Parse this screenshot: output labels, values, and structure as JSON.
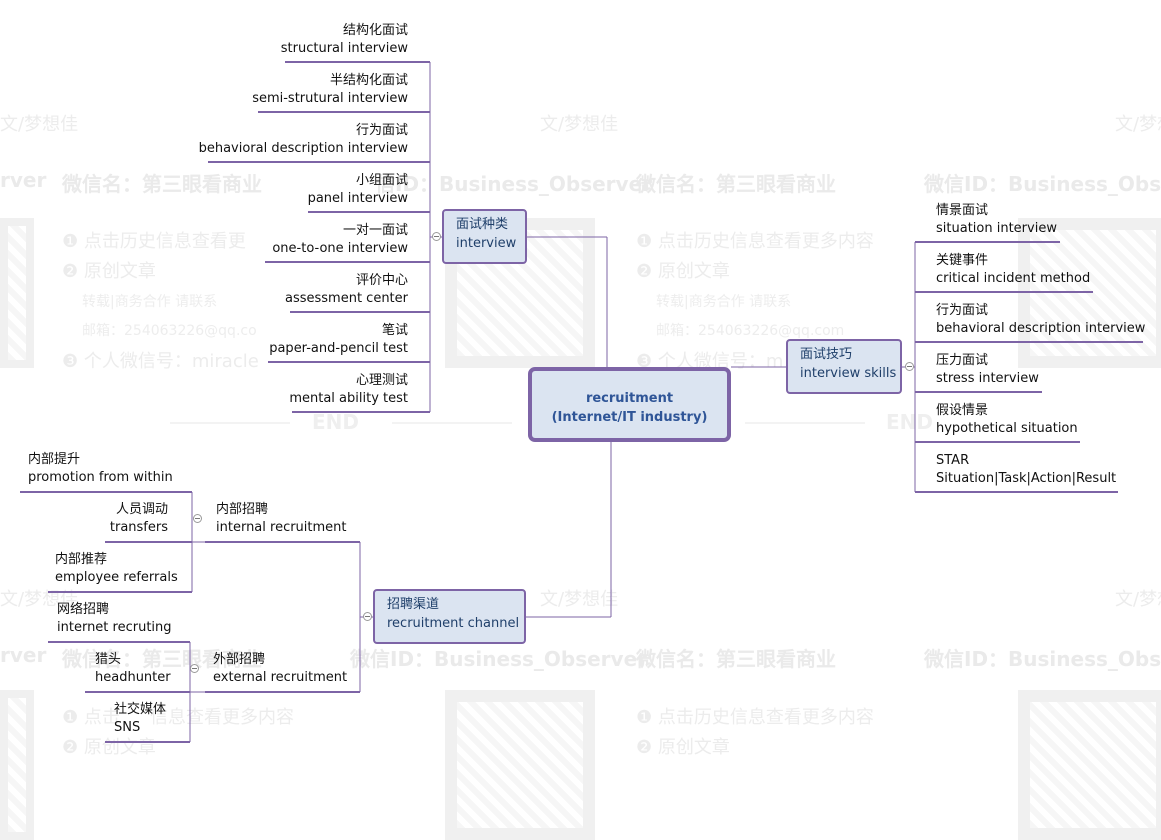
{
  "watermark": {
    "author": "文/梦想佳",
    "wechat_name": "微信名：第三眼看商业",
    "wechat_id": "微信ID：Business_Observer",
    "wechat_id_short": "信ID：Business_Observer",
    "wechat_id_cut": "微信ID：Business_Obser",
    "cut_rver": "rver",
    "history": "❶ 点击历史信息查看更多内容",
    "history_cut": "❶ 点击历史信息查看更",
    "history_cut2": "❶ 点击",
    "history_cut3": "信息查看更多内容",
    "original": "❷ 原创文章",
    "reprint": "转载|商务合作 请联系",
    "email": "邮箱：254063226@qq.com",
    "email_cut": "邮箱：254063226@qq.co",
    "personal": "❸ 个人微信号：miracle",
    "personal_cut": "❸ 个人微信号：m",
    "end": "END"
  },
  "root": {
    "line1": "recruitment",
    "line2": "(Internet/IT industry)"
  },
  "branches": {
    "types": {
      "zh": "面试种类",
      "en": "interview"
    },
    "skills": {
      "zh": "面试技巧",
      "en": "interview skills"
    },
    "channel": {
      "zh": "招聘渠道",
      "en": "recruitment channel"
    }
  },
  "types_items": [
    {
      "zh": "结构化面试",
      "en": "structural interview"
    },
    {
      "zh": "半结构化面试",
      "en": "semi-strutural interview"
    },
    {
      "zh": "行为面试",
      "en": "behavioral description interview"
    },
    {
      "zh": "小组面试",
      "en": "panel interview"
    },
    {
      "zh": "一对一面试",
      "en": "one-to-one interview"
    },
    {
      "zh": "评价中心",
      "en": "assessment center"
    },
    {
      "zh": "笔试",
      "en": "paper-and-pencil test"
    },
    {
      "zh": "心理测试",
      "en": "mental ability test"
    }
  ],
  "skills_items": [
    {
      "zh": "情景面试",
      "en": "situation interview"
    },
    {
      "zh": "关键事件",
      "en": "critical incident method"
    },
    {
      "zh": "行为面试",
      "en": "behavioral description interview"
    },
    {
      "zh": "压力面试",
      "en": "stress interview"
    },
    {
      "zh": "假设情景",
      "en": "hypothetical situation"
    },
    {
      "zh": "STAR",
      "en": "Situation|Task|Action|Result"
    }
  ],
  "channel": {
    "internal": {
      "zh": "内部招聘",
      "en": "internal recruitment"
    },
    "external": {
      "zh": "外部招聘",
      "en": "external recruitment"
    },
    "internal_items": [
      {
        "zh": "内部提升",
        "en": "promotion from within"
      },
      {
        "zh": "人员调动",
        "en": "transfers"
      },
      {
        "zh": "内部推荐",
        "en": "employee referrals"
      }
    ],
    "external_items": [
      {
        "zh": "网络招聘",
        "en": "internet recruting"
      },
      {
        "zh": "猎头",
        "en": "headhunter"
      },
      {
        "zh": "社交媒体",
        "en": "SNS"
      }
    ]
  },
  "colors": {
    "line": "#7d64a6",
    "box_fill": "#dbe4f1",
    "box_text": "#1f3f6a",
    "root_text": "#2f5597"
  }
}
